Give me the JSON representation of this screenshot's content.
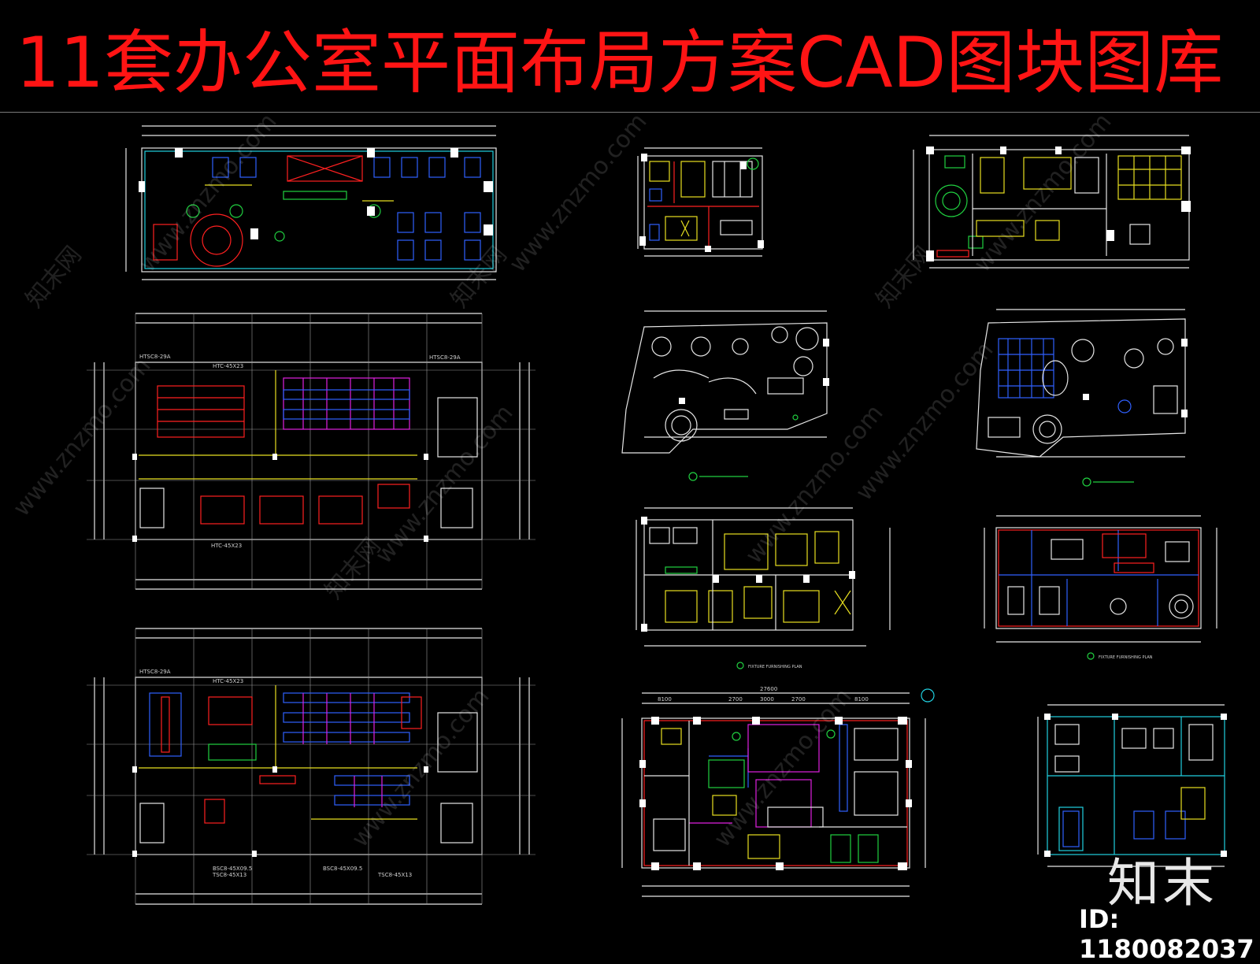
{
  "title": "11套办公室平面布局方案CAD图块图库",
  "watermark_site": "www.znzmo.com",
  "watermark_brand": "知末网",
  "logo": "知末",
  "id_label": "ID: 1180082037",
  "labels": {
    "p2_wall": "HTSC8-29A",
    "p2_window": "HTC-45X23",
    "p3_window": "HTC-45X23",
    "p3_door": "BSC8-45X09.5",
    "p3_door2": "TSC8-45X13",
    "p10_dim": "27600",
    "p10_d1": "8100",
    "p10_d2": "2700",
    "p10_d3": "3000",
    "p10_d4": "2700",
    "p10_d5": "8100",
    "fixture_plan": "FIXTURE FURNISHING PLAN"
  },
  "colors": {
    "title": "#ff1414",
    "line_white": "#e6e6e6",
    "line_yellow": "#e8e020",
    "line_red": "#ff2020",
    "line_green": "#20d040",
    "line_cyan": "#20d0e0",
    "line_magenta": "#e020e0",
    "line_blue": "#3060ff"
  }
}
